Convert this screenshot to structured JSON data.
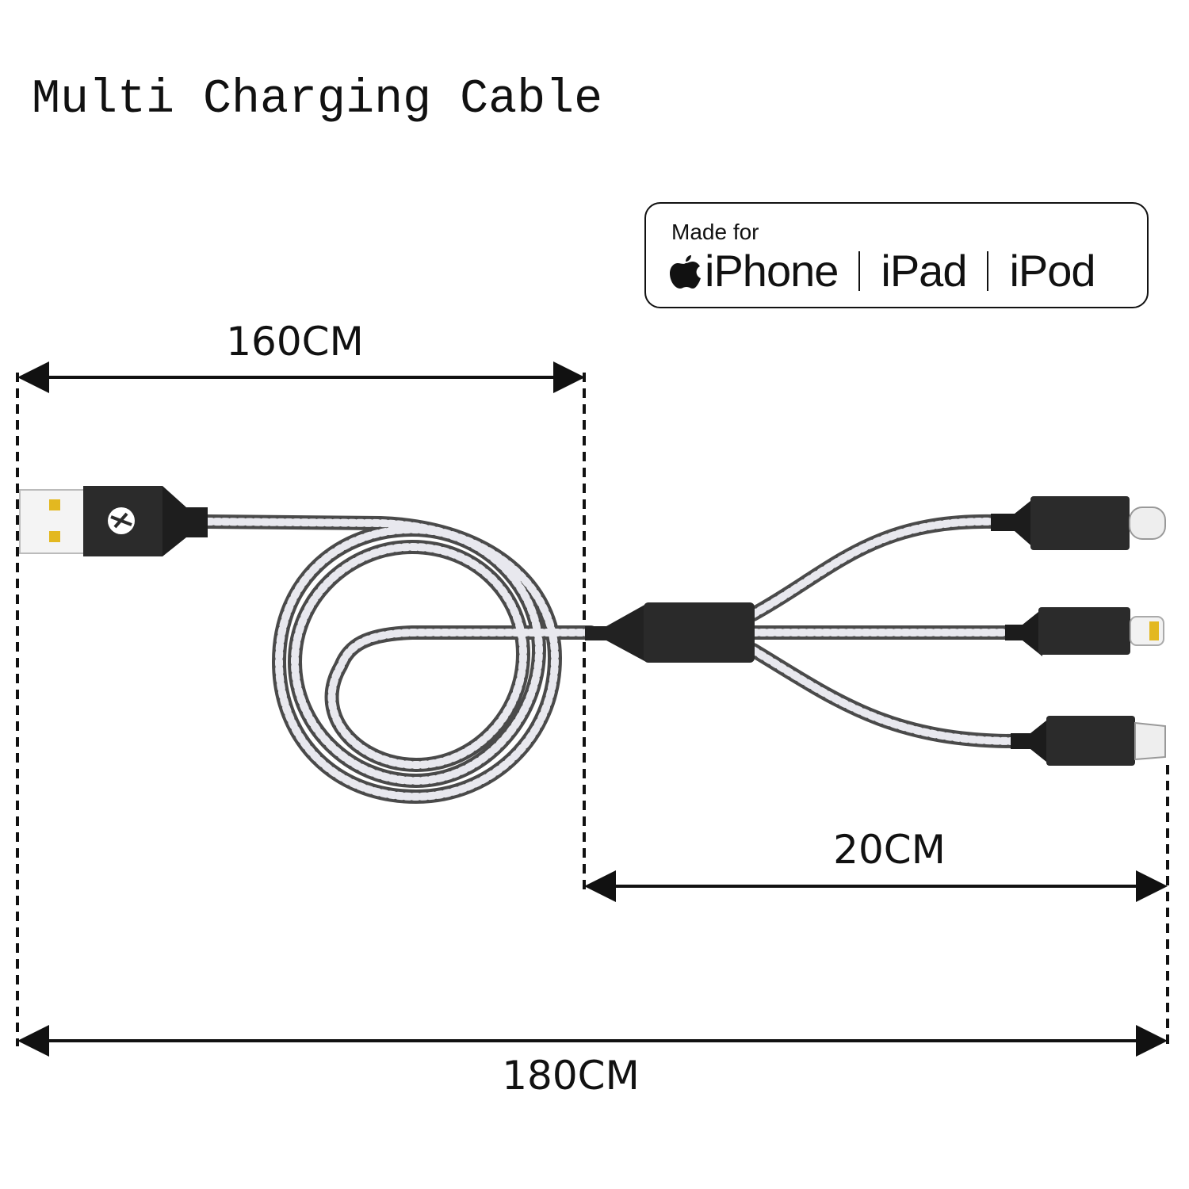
{
  "title": "Multi Charging Cable",
  "badge": {
    "made_for": "Made for",
    "devices": [
      "iPhone",
      "iPad",
      "iPod"
    ],
    "logo": "apple-icon"
  },
  "dimensions": {
    "main_cable": "160CM",
    "branch": "20CM",
    "total": "180CM"
  },
  "connectors": [
    "usb-a",
    "usb-c",
    "lightning",
    "micro-usb"
  ]
}
